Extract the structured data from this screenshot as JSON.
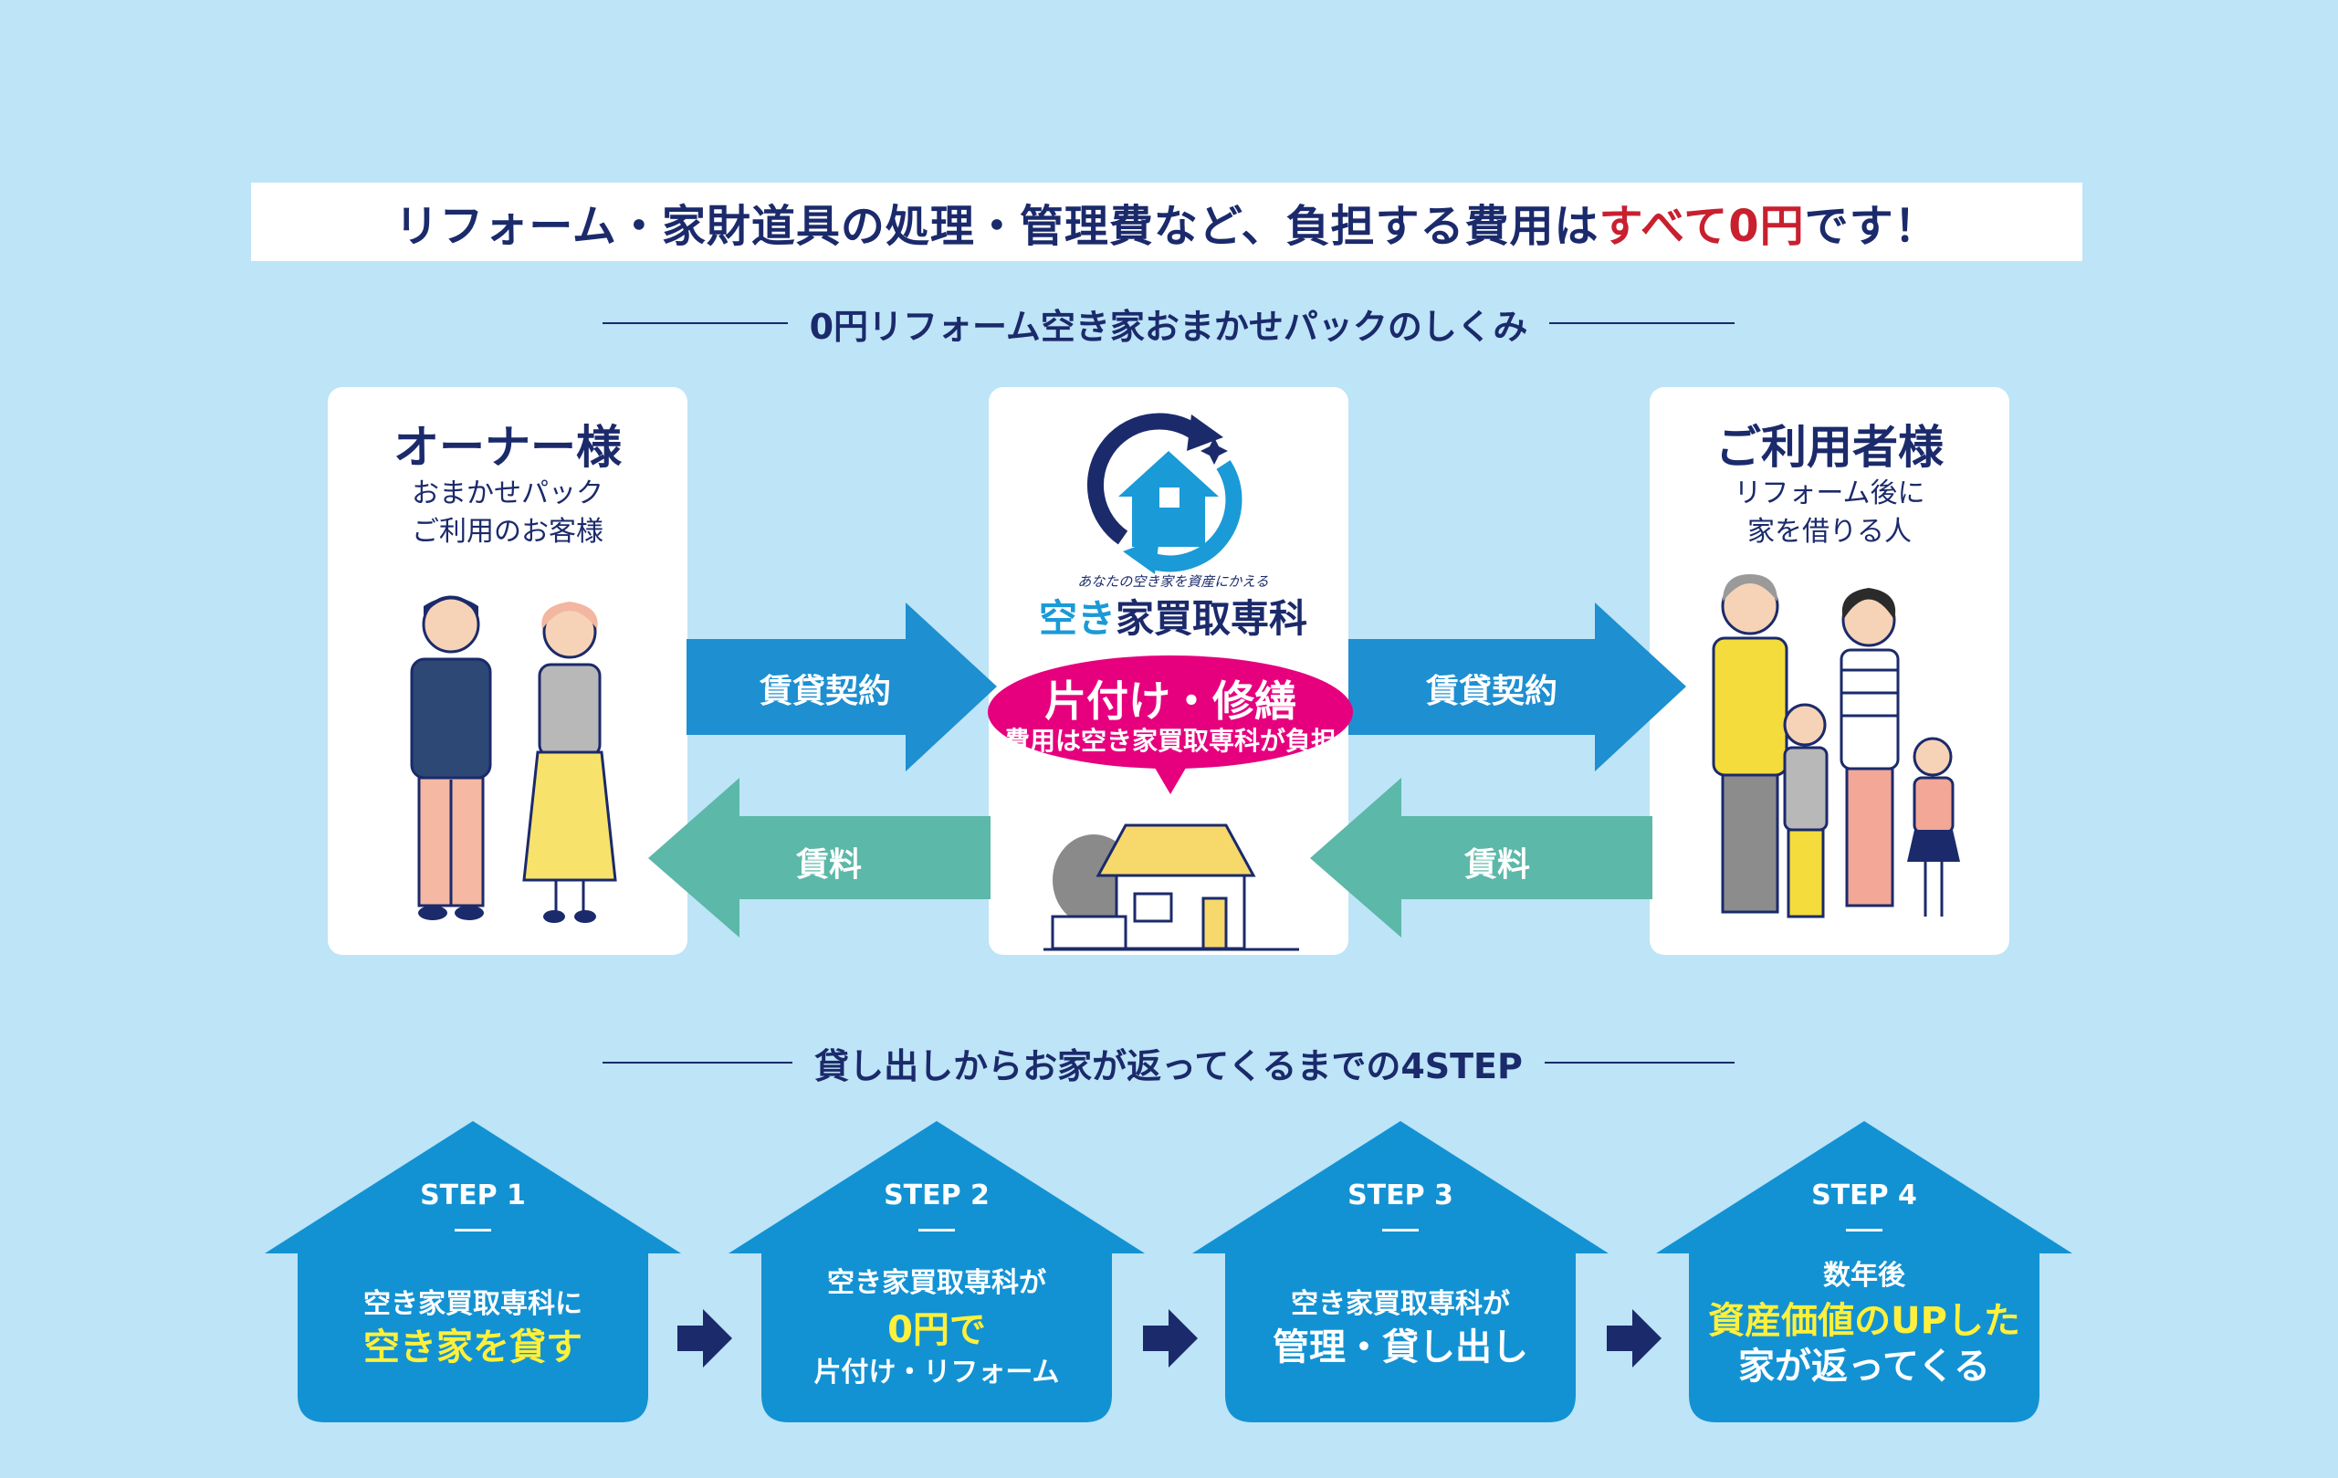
{
  "banner": {
    "text_before": "リフォーム・家財道具の処理・管理費など、負担する費用は",
    "text_highlight": "すべて0円",
    "text_after": "です！"
  },
  "section1": {
    "title": "0円リフォーム空き家おまかせパックのしくみ"
  },
  "owner": {
    "title": "オーナー様",
    "sub_line1": "おまかせパック",
    "sub_line2": "ご利用のお客様"
  },
  "user": {
    "title": "ご利用者様",
    "sub_line1": "リフォーム後に",
    "sub_line2": "家を借りる人"
  },
  "company": {
    "logo_caption": "あなたの空き家を資産にかえる",
    "logo_name_part1": "空き",
    "logo_name_part2": "家買取専科"
  },
  "bubble": {
    "title": "片付け・修繕",
    "subtitle": "費用は空き家買取専科が負担"
  },
  "arrows": {
    "left_contract": "賃貸契約",
    "left_rent": "賃料",
    "right_contract": "賃貸契約",
    "right_rent": "賃料"
  },
  "section2": {
    "title": "貸し出しからお家が返ってくるまでの4STEP"
  },
  "steps": [
    {
      "label": "STEP 1",
      "line1": "空き家買取専科に",
      "line2": "空き家を貸す"
    },
    {
      "label": "STEP 2",
      "line1": "空き家買取専科が",
      "line2": "0円で",
      "line3": "片付け・リフォーム"
    },
    {
      "label": "STEP 3",
      "line1": "空き家買取専科が",
      "line2": "管理・貸し出し"
    },
    {
      "label": "STEP 4",
      "line1": "数年後",
      "line2": "資産価値のUPした",
      "line3": "家が返ってくる"
    }
  ],
  "colors": {
    "background": "#bde4f7",
    "navy": "#1b2a6b",
    "blue_arrow": "#1e8fd0",
    "teal_arrow": "#5cb8a8",
    "pink": "#e6007e",
    "step_blue": "#1292d3",
    "highlight_red": "#c8202f",
    "highlight_yellow": "#fff03b"
  }
}
